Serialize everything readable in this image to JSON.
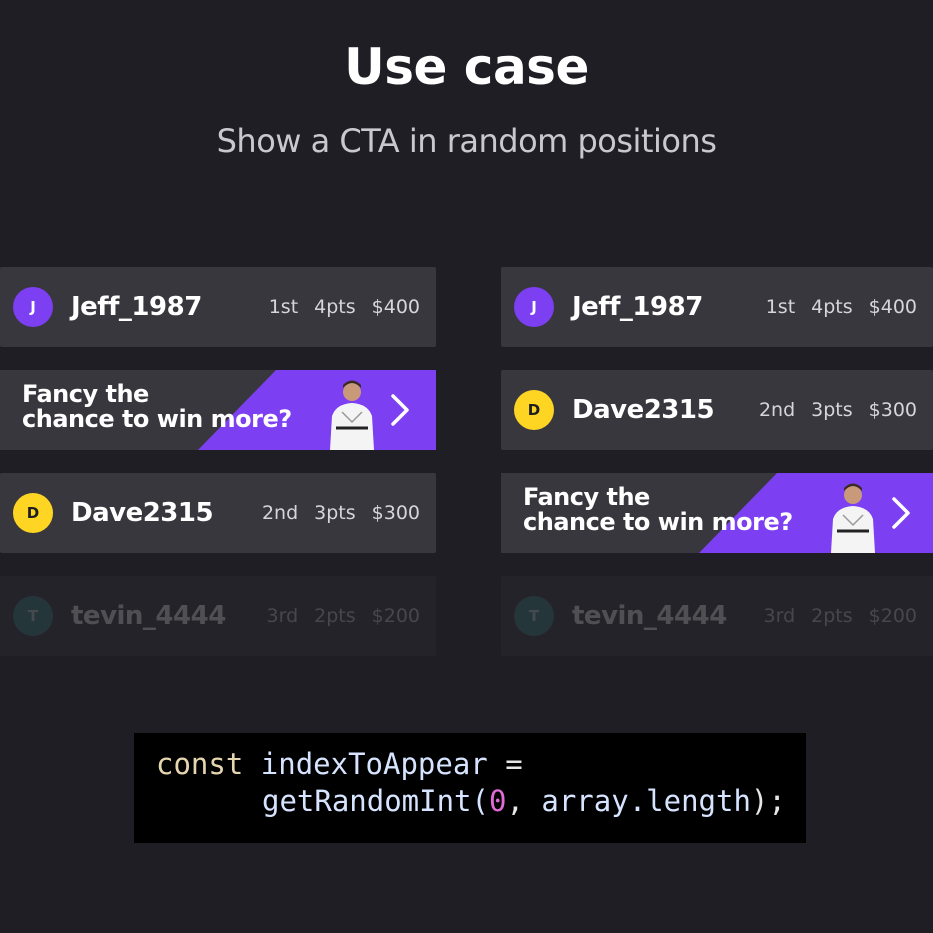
{
  "header": {
    "title": "Use case",
    "subtitle": "Show a CTA in random positions"
  },
  "cta": {
    "line1": "Fancy the",
    "line2_part1": "chance to win ",
    "line2_part2": "more?",
    "accent_color": "#7c3ff2",
    "icon": "chevron-right-icon"
  },
  "leaderboards": [
    {
      "rows": [
        {
          "initial": "J",
          "name": "Jeff_1987",
          "place": "1st",
          "points": "4pts",
          "prize": "$400"
        },
        {
          "initial": "D",
          "name": "Dave2315",
          "place": "2nd",
          "points": "3pts",
          "prize": "$300"
        },
        {
          "initial": "T",
          "name": "tevin_4444",
          "place": "3rd",
          "points": "2pts",
          "prize": "$200"
        }
      ]
    },
    {
      "rows": [
        {
          "initial": "J",
          "name": "Jeff_1987",
          "place": "1st",
          "points": "4pts",
          "prize": "$400"
        },
        {
          "initial": "D",
          "name": "Dave2315",
          "place": "2nd",
          "points": "3pts",
          "prize": "$300"
        },
        {
          "initial": "T",
          "name": "tevin_4444",
          "place": "3rd",
          "points": "2pts",
          "prize": "$200"
        }
      ]
    }
  ],
  "code": {
    "kw": "const",
    "var": "indexToAppear",
    "eq": "=",
    "fn": "getRandomInt(",
    "num": "0",
    "comma": ",",
    "arg": "array.length",
    "end": ");"
  }
}
